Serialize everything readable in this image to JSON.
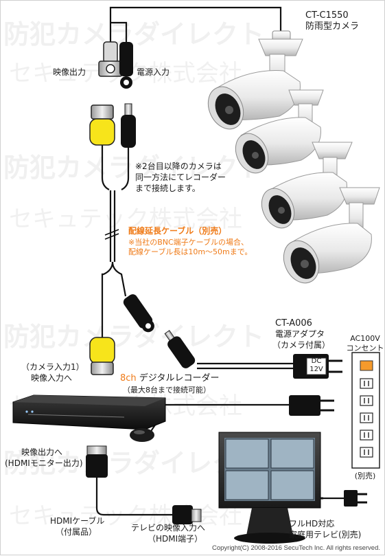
{
  "watermark": {
    "line1": "防犯カメラダイレクト",
    "line2": "セキュテック株式会社"
  },
  "camera": {
    "model": "CT-C1550",
    "type": "防雨型カメラ"
  },
  "connectors": {
    "video_out": "映像出力",
    "power_in": "電源入力"
  },
  "note_additional": {
    "line1": "※2台目以降のカメラは",
    "line2": "同一方法にてレコーダー",
    "line3": "まで接続します。"
  },
  "extension_cable": {
    "title": "配線延長ケーブル（別売）",
    "note1": "※当社のBNC端子ケーブルの場合、",
    "note2": "配線ケーブル長は10m〜50mまで。"
  },
  "adapter": {
    "model": "CT-A006",
    "name": "電源アダプタ",
    "note": "（カメラ付属）",
    "plate1": "DC",
    "plate2": "12V"
  },
  "outlet": {
    "title1": "AC100V",
    "title2": "コンセント",
    "note": "(別売)"
  },
  "recorder": {
    "input_label1": "（カメラ入力1）",
    "input_label2": "映像入力へ",
    "ch": "8ch",
    "name": " デジタルレコーダー",
    "note": "（最大8台まで接続可能）"
  },
  "video_out_label": {
    "line1": "映像出力へ",
    "line2": "(HDMIモニター出力)"
  },
  "hdmi_cable": {
    "line1": "HDMIケーブル",
    "line2": "（付属品）"
  },
  "tv_input": {
    "line1": "テレビの映像入力へ",
    "line2": "（HDMI端子）"
  },
  "tv": {
    "line1": "フルHD対応",
    "line2": "家庭用テレビ(別売)"
  },
  "copyright": "Copyright(C) 2008-2016 SecuTech Inc. All rights reserved."
}
